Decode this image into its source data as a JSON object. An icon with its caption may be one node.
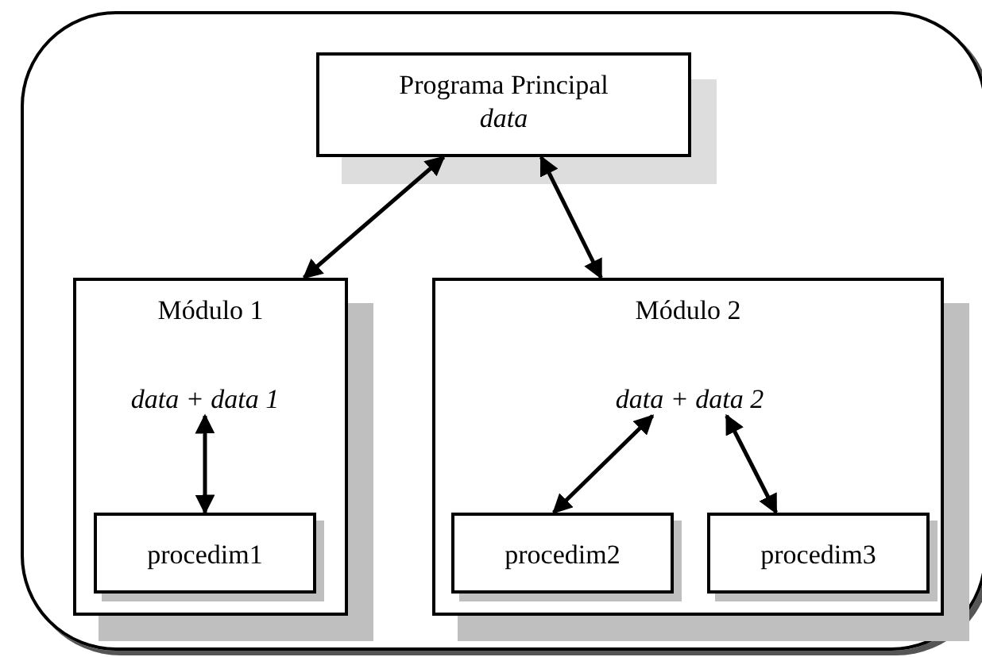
{
  "diagram": {
    "nodes": [
      {
        "text": [],
        "shape": "box"
      },
      {
        "text": [
          "Programa Principal",
          "data"
        ],
        "in": 0
      },
      {
        "text": [
          "Módulo 1"
        ],
        "in": 0
      },
      {
        "text": [
          "data + data 1"
        ],
        "in": 2
      },
      {
        "text": [
          "procedim1"
        ],
        "in": 2
      },
      {
        "text": [
          "Módulo 2"
        ],
        "in": 0
      },
      {
        "text": [
          "data + data 2"
        ],
        "in": 5
      },
      {
        "text": [
          "procedim2"
        ],
        "in": 5
      },
      {
        "text": [
          "procedim3"
        ],
        "in": 5
      }
    ],
    "edges": [
      {
        "from": 1,
        "to": 2,
        "arrow": "both"
      },
      {
        "from": 1,
        "to": 5,
        "arrow": "both"
      },
      {
        "from": 3,
        "to": 4,
        "arrow": "both"
      },
      {
        "from": 6,
        "to": 7,
        "arrow": "both"
      },
      {
        "from": 6,
        "to": 8,
        "arrow": "both"
      }
    ]
  }
}
